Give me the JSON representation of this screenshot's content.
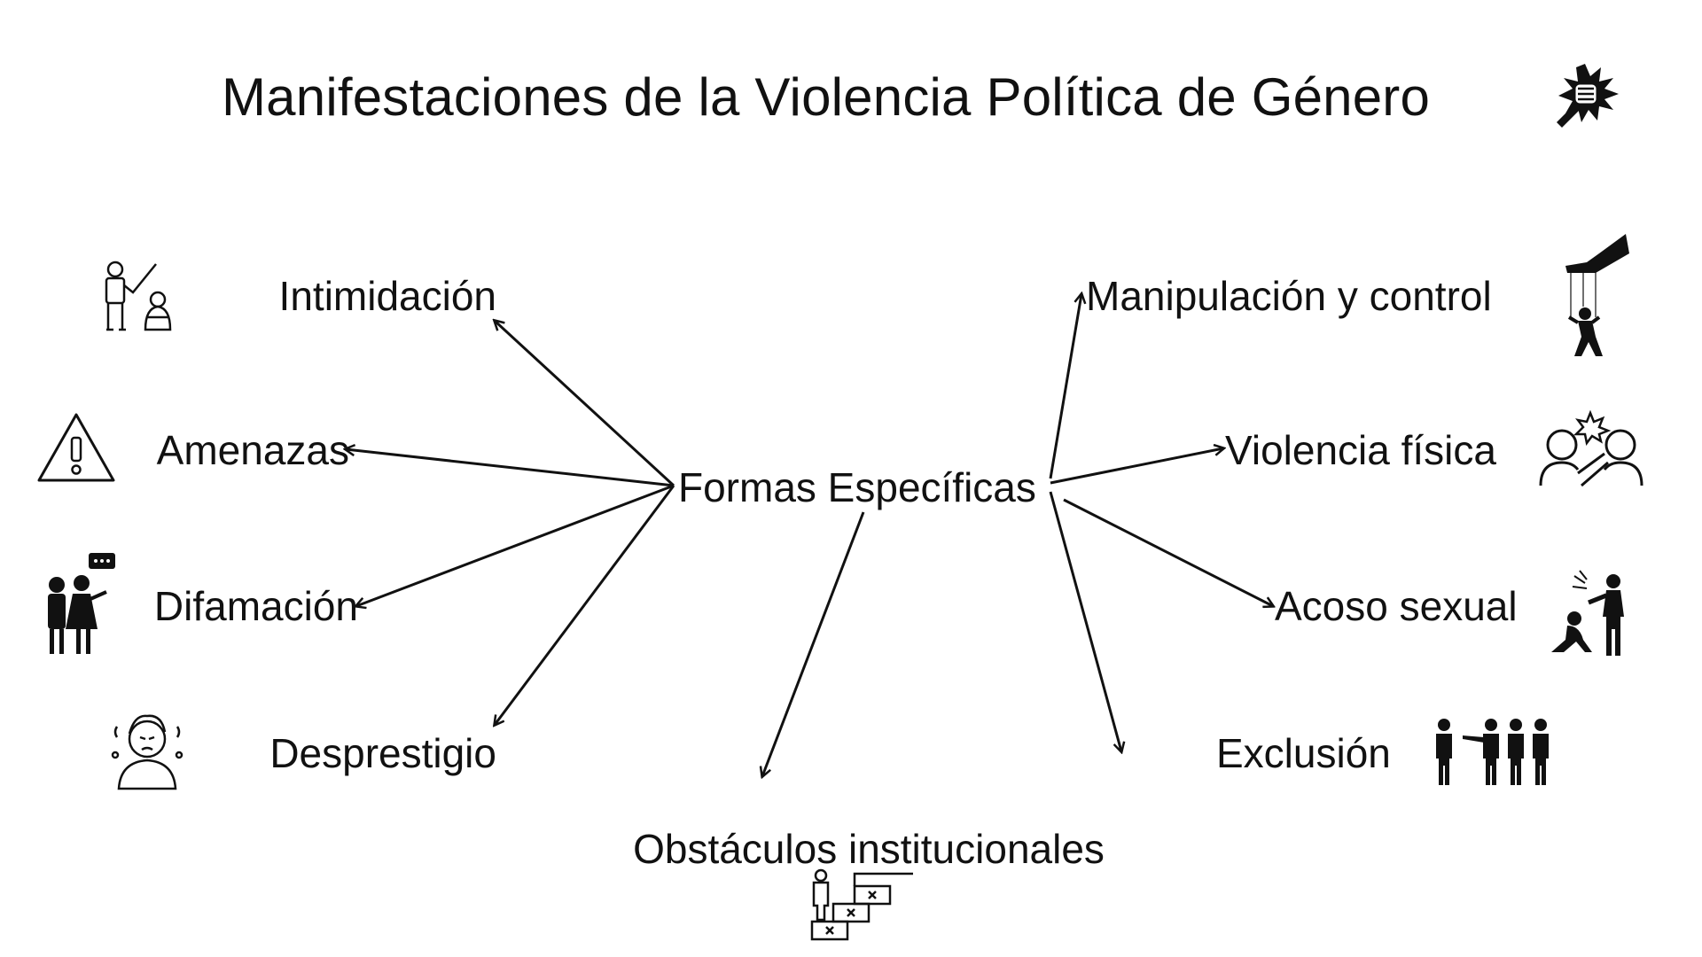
{
  "title": "Manifestaciones de la Violencia Política de Género",
  "center": "Formas Específicas",
  "left": [
    {
      "label": "Intimidación",
      "icon": "intimidation-icon"
    },
    {
      "label": "Amenazas",
      "icon": "warning-icon"
    },
    {
      "label": "Difamación",
      "icon": "gossip-icon"
    },
    {
      "label": "Desprestigio",
      "icon": "stressed-person-icon"
    }
  ],
  "right": [
    {
      "label": "Manipulación y control",
      "icon": "puppet-hand-icon"
    },
    {
      "label": "Violencia física",
      "icon": "fight-icon"
    },
    {
      "label": "Acoso sexual",
      "icon": "harassment-icon"
    },
    {
      "label": "Exclusión",
      "icon": "excluded-person-icon"
    }
  ],
  "bottom": {
    "label": "Obstáculos institucionales",
    "icon": "blocked-stairs-icon"
  },
  "title_icon": "fist-punch-icon",
  "colors": {
    "text": "#111111",
    "line": "#111111",
    "background": "#ffffff"
  }
}
